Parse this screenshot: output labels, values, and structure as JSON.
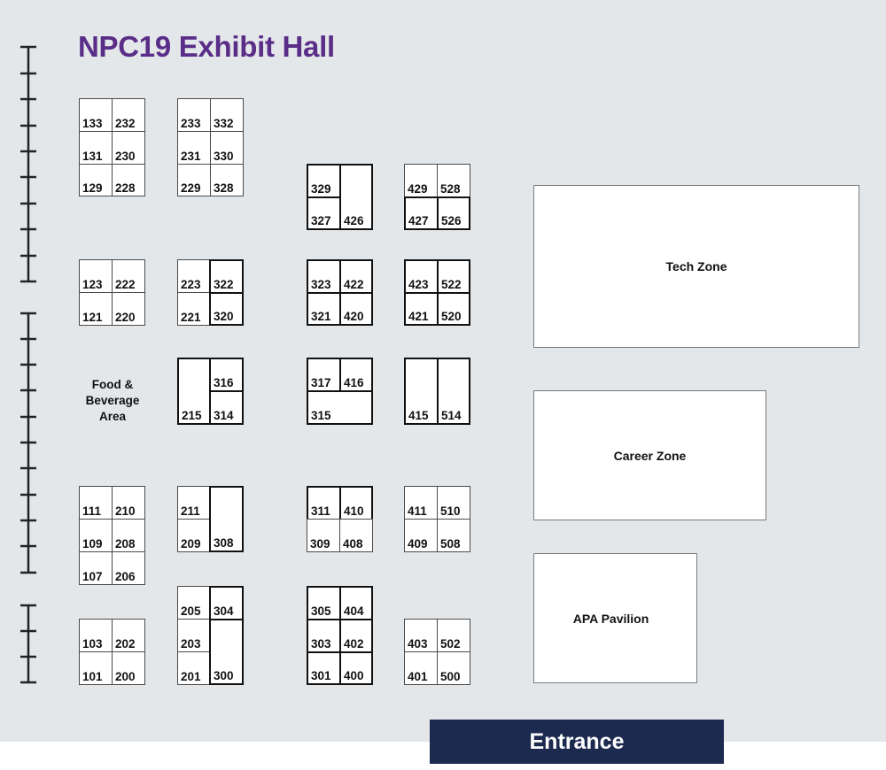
{
  "title": "NPC19 Exhibit Hall",
  "food_area": {
    "line1": "Food &",
    "line2": "Beverage",
    "line3": "Area"
  },
  "zones": {
    "tech": "Tech Zone",
    "career": "Career Zone",
    "apa": "APA Pavilion"
  },
  "entrance": "Entrance",
  "booths": {
    "b133": "133",
    "b232": "232",
    "b131": "131",
    "b230": "230",
    "b129": "129",
    "b228": "228",
    "b233": "233",
    "b332": "332",
    "b231": "231",
    "b330": "330",
    "b229": "229",
    "b328": "328",
    "b329": "329",
    "b327": "327",
    "b426": "426",
    "b429": "429",
    "b528": "528",
    "b427": "427",
    "b526": "526",
    "b123": "123",
    "b222": "222",
    "b121": "121",
    "b220": "220",
    "b223": "223",
    "b322": "322",
    "b221": "221",
    "b320": "320",
    "b323": "323",
    "b422": "422",
    "b321": "321",
    "b420": "420",
    "b423": "423",
    "b522": "522",
    "b421": "421",
    "b520": "520",
    "b215": "215",
    "b316": "316",
    "b314": "314",
    "b317": "317",
    "b416": "416",
    "b315": "315",
    "b415": "415",
    "b514": "514",
    "b111": "111",
    "b210": "210",
    "b109": "109",
    "b208": "208",
    "b107": "107",
    "b206": "206",
    "b211": "211",
    "b209": "209",
    "b308": "308",
    "b311": "311",
    "b410": "410",
    "b309": "309",
    "b408": "408",
    "b411": "411",
    "b510": "510",
    "b409": "409",
    "b508": "508",
    "b205": "205",
    "b304": "304",
    "b203": "203",
    "b201": "201",
    "b300": "300",
    "b305": "305",
    "b404": "404",
    "b303": "303",
    "b402": "402",
    "b301": "301",
    "b400": "400",
    "b103": "103",
    "b202": "202",
    "b101": "101",
    "b200": "200",
    "b403": "403",
    "b502": "502",
    "b401": "401",
    "b500": "500"
  },
  "colors": {
    "title": "#5a2d88",
    "entrance_bg": "#1c2a50",
    "floor": "#e4e7ea"
  }
}
